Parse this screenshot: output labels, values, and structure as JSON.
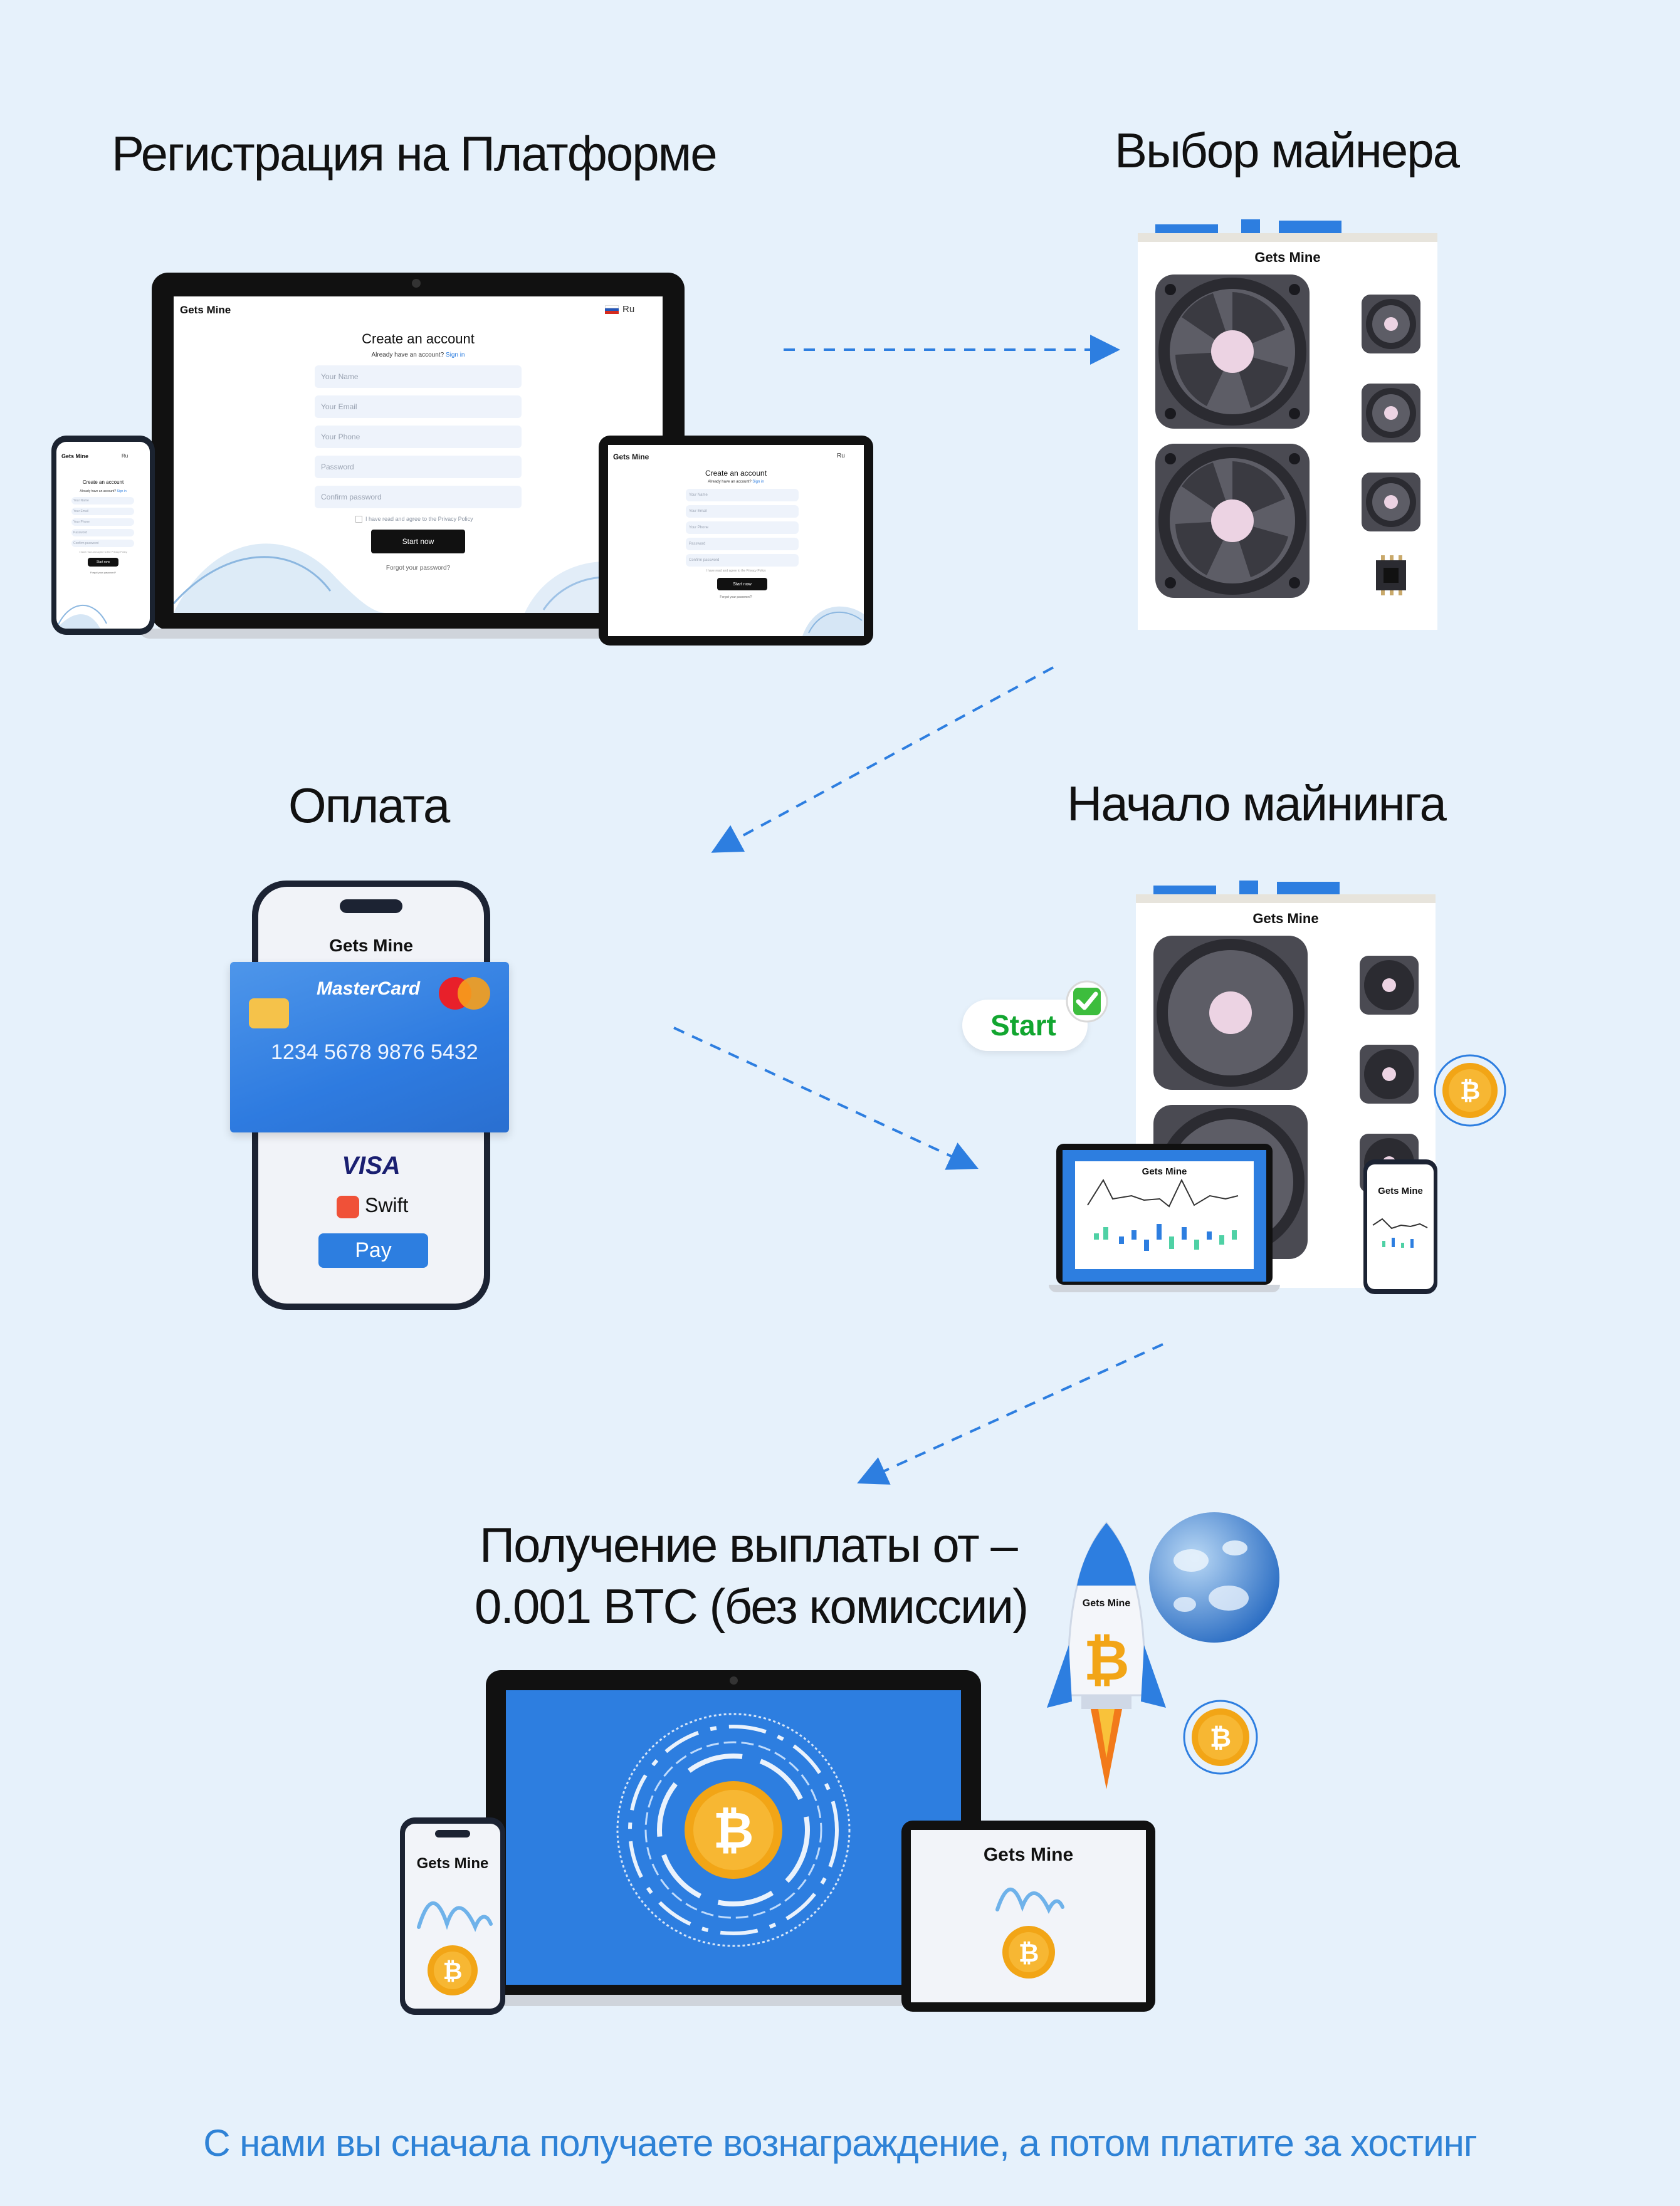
{
  "steps": {
    "registration": "Регистрация на Платформе",
    "miner_choice": "Выбор майнера",
    "payment": "Оплата",
    "mining_start": "Начало майнинга",
    "payout_line1": "Получение выплаты от –",
    "payout_line2": "0.001 BTC (без комиссии)"
  },
  "brand": "Gets Mine",
  "lang": "Ru",
  "signup": {
    "title": "Create an account",
    "have_account": "Already have an account?",
    "sign_in": "Sign in",
    "fields": [
      "Your Name",
      "Your Email",
      "Your Phone",
      "Password",
      "Confirm password"
    ],
    "terms": "I have read and agree to the Privacy Policy",
    "submit": "Start now",
    "forgot": "Forgot your password?"
  },
  "card": {
    "network": "MasterCard",
    "number": [
      "1234",
      "5678",
      "9876",
      "5432"
    ]
  },
  "pay_methods": {
    "visa": "VISA",
    "swift": "Swift",
    "pay_button": "Pay"
  },
  "start_badge": "Start",
  "footer": "С нами вы сначала получаете вознаграждение, а потом платите за хостинг",
  "colors": {
    "background": "#e6f1fb",
    "accent_blue": "#2d7ee0",
    "footer_text": "#2e82d6",
    "bitcoin": "#f2a516",
    "start_green": "#12a630"
  }
}
